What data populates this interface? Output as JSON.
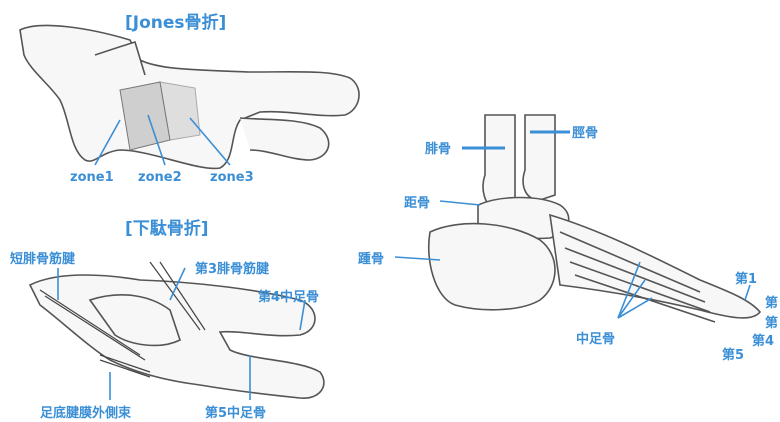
{
  "panels": {
    "jones": {
      "title": "[Jones骨折]",
      "zones": [
        "zone1",
        "zone2",
        "zone3"
      ]
    },
    "avulsion": {
      "title": "[下駄骨折]",
      "labels": {
        "peroneus_brevis": "短腓骨筋腱",
        "peroneus_tertius": "第3腓骨筋腱",
        "metatarsal4": "第4中足骨",
        "plantar_lateral_band": "足底腱膜外側束",
        "metatarsal5": "第5中足骨"
      }
    },
    "lateral": {
      "labels": {
        "fibula": "腓骨",
        "tibia": "脛骨",
        "talus": "距骨",
        "calcaneus": "踵骨",
        "metatarsals": "中足骨",
        "mt1": "第1",
        "mt2": "第",
        "mt3": "第",
        "mt4": "第4",
        "mt5": "第5"
      }
    }
  },
  "colors": {
    "accent": "#3b8fd6",
    "bone_fill": "#f7f7f7",
    "bone_stroke": "#555555",
    "fracture_shade": "#cfcfcf"
  }
}
